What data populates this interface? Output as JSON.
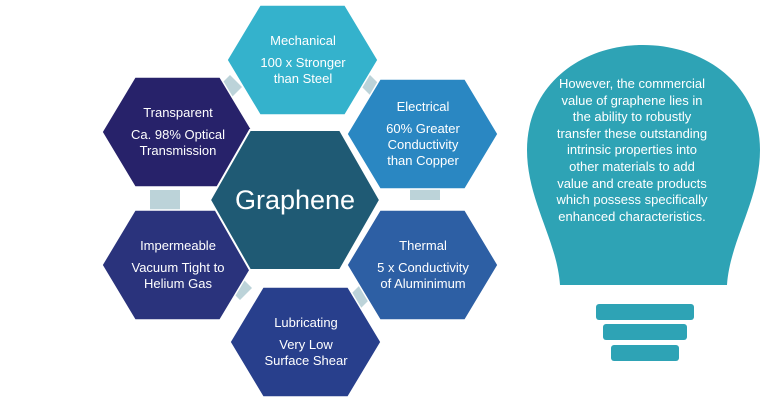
{
  "center": {
    "label": "Graphene",
    "color": "#1f5a74"
  },
  "properties": [
    {
      "key": "mechanical",
      "title": "Mechanical",
      "desc": "100 x Stronger than Steel",
      "color": "#34b2cc"
    },
    {
      "key": "electrical",
      "title": "Electrical",
      "desc": "60% Greater Conductivity than Copper",
      "color": "#2a87c2"
    },
    {
      "key": "thermal",
      "title": "Thermal",
      "desc": "5 x Conductivity of Aluminimum",
      "color": "#2d5fa4"
    },
    {
      "key": "lubricating",
      "title": "Lubricating",
      "desc": "Very Low Surface Shear",
      "color": "#283f8c"
    },
    {
      "key": "impermeable",
      "title": "Impermeable",
      "desc": "Vacuum Tight to Helium Gas",
      "color": "#2a337c"
    },
    {
      "key": "transparent",
      "title": "Transparent",
      "desc": "Ca. 98% Optical Transmission",
      "color": "#27226a"
    }
  ],
  "bulb": {
    "text": "However, the commercial value of graphene lies in the ability to robustly transfer these outstanding intrinsic properties into other materials to add value and create products which possess specifically enhanced characteristics.",
    "color": "#2ea3b5"
  },
  "connector_color": "#bcd3d9"
}
